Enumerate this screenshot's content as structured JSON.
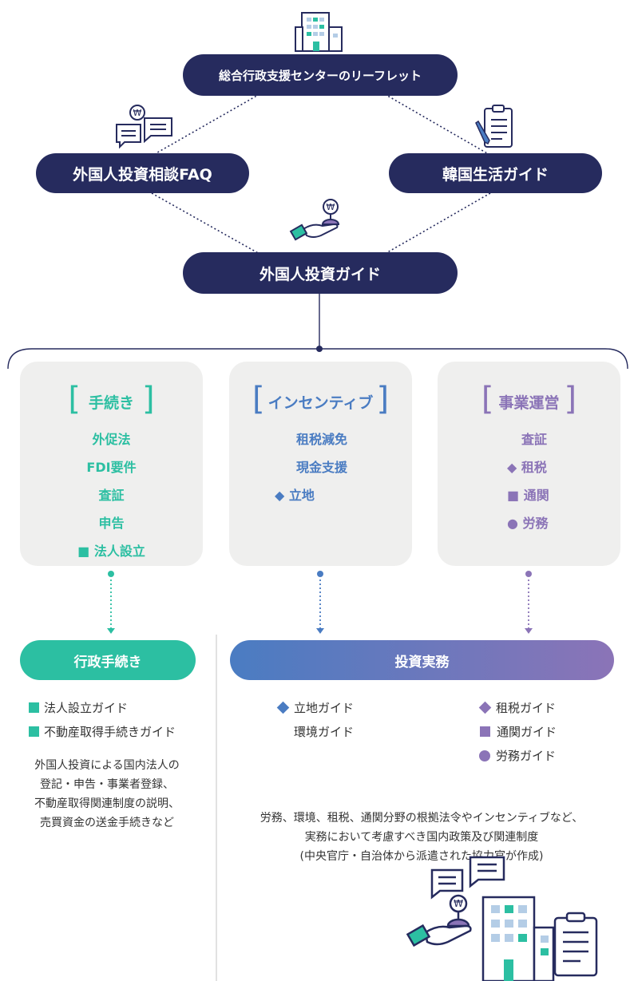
{
  "top": {
    "title": "総合行政支援センターのリーフレット"
  },
  "left_node": {
    "title": "外国人投資相談FAQ"
  },
  "right_node": {
    "title": "韓国生活ガイド"
  },
  "center_node": {
    "title": "外国人投資ガイド"
  },
  "cards": [
    {
      "title": "手続き",
      "items": [
        "外促法",
        "FDI要件",
        "査証",
        "申告",
        "■ 法人設立"
      ]
    },
    {
      "title": "インセンティブ",
      "items": [
        "租税減免",
        "現金支援",
        "◆ 立地"
      ]
    },
    {
      "title": "事業運営",
      "items": [
        "査証",
        "◆ 租税",
        "■ 通関",
        "● 労務"
      ]
    }
  ],
  "admin": {
    "title": "行政手続き",
    "items": [
      "法人設立ガイド",
      "不動産取得手続きガイド"
    ],
    "desc": [
      "外国人投資による国内法人の",
      "登記・申告・事業者登録、",
      "不動産取得関連制度の説明、",
      "売買資金の送金手続きなど"
    ]
  },
  "practice": {
    "title": "投資実務",
    "left_items": [
      "立地ガイド",
      "環境ガイド"
    ],
    "right_items": [
      "租税ガイド",
      "通関ガイド",
      "労務ガイド"
    ],
    "desc": [
      "労務、環境、租税、通関分野の根拠法令やインセンティブなど、",
      "実務において考慮すべき国内政策及び関連制度",
      "(中央官庁・自治体から派遣された協力官が作成)"
    ]
  },
  "colors": {
    "navy": "#262b5e",
    "teal": "#2cbfa2",
    "blue": "#4a7cc2",
    "purple": "#8b74b7"
  },
  "icons": [
    "building-icon",
    "chat-bubbles-icon",
    "clipboard-icon",
    "hand-coin-icon"
  ]
}
